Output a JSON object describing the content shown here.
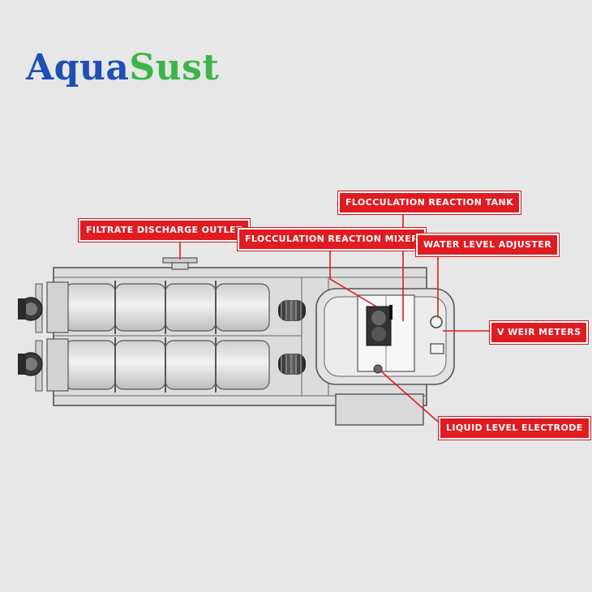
{
  "logo": {
    "part1": "Aqua",
    "part2": "Sust",
    "color1": "#1f4fb4",
    "color2": "#3bb54a"
  },
  "labels": {
    "flocculation_reaction_tank": "FLOCCULATION REACTION TANK",
    "filtrate_discharge_outlet": "FILTRATE DISCHARGE OUTLET",
    "flocculation_reaction_mixer": "FLOCCULATION REACTION MIXER",
    "water_level_adjuster": "WATER LEVEL ADJUSTER",
    "v_weir_meters": "V WEIR METERS",
    "liquid_level_electrode": "LIQUID LEVEL ELECTRODE"
  },
  "colors": {
    "callout": "#e01b22",
    "background": "#e7e7e7",
    "machine_outline": "#555555"
  }
}
